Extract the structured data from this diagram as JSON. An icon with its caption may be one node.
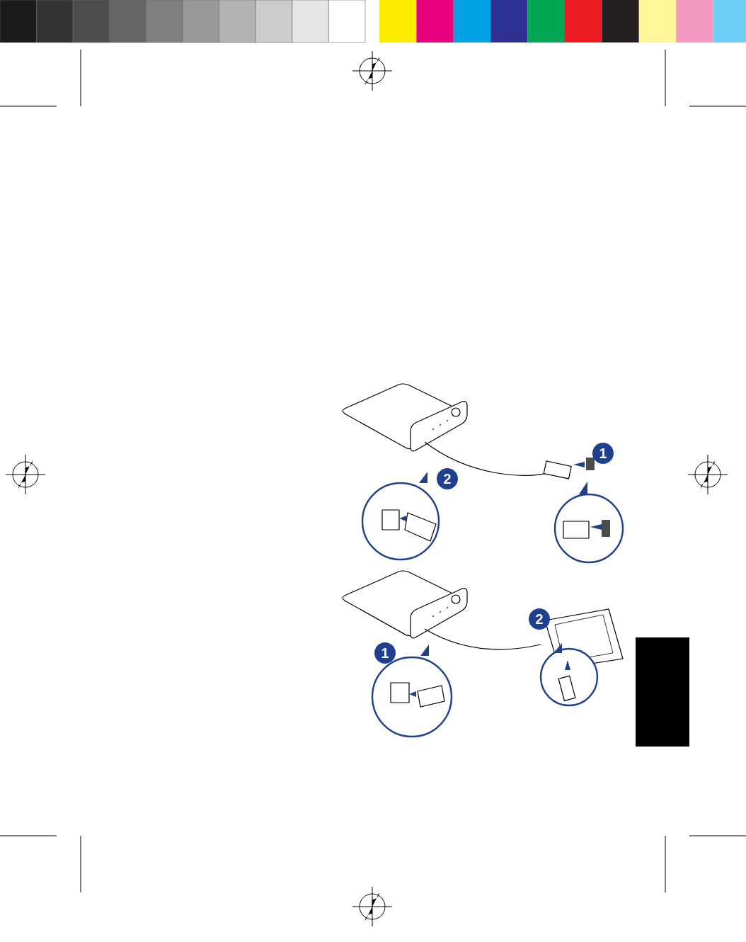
{
  "diagram": {
    "labels": [
      "1",
      "2",
      "2",
      "1"
    ]
  }
}
